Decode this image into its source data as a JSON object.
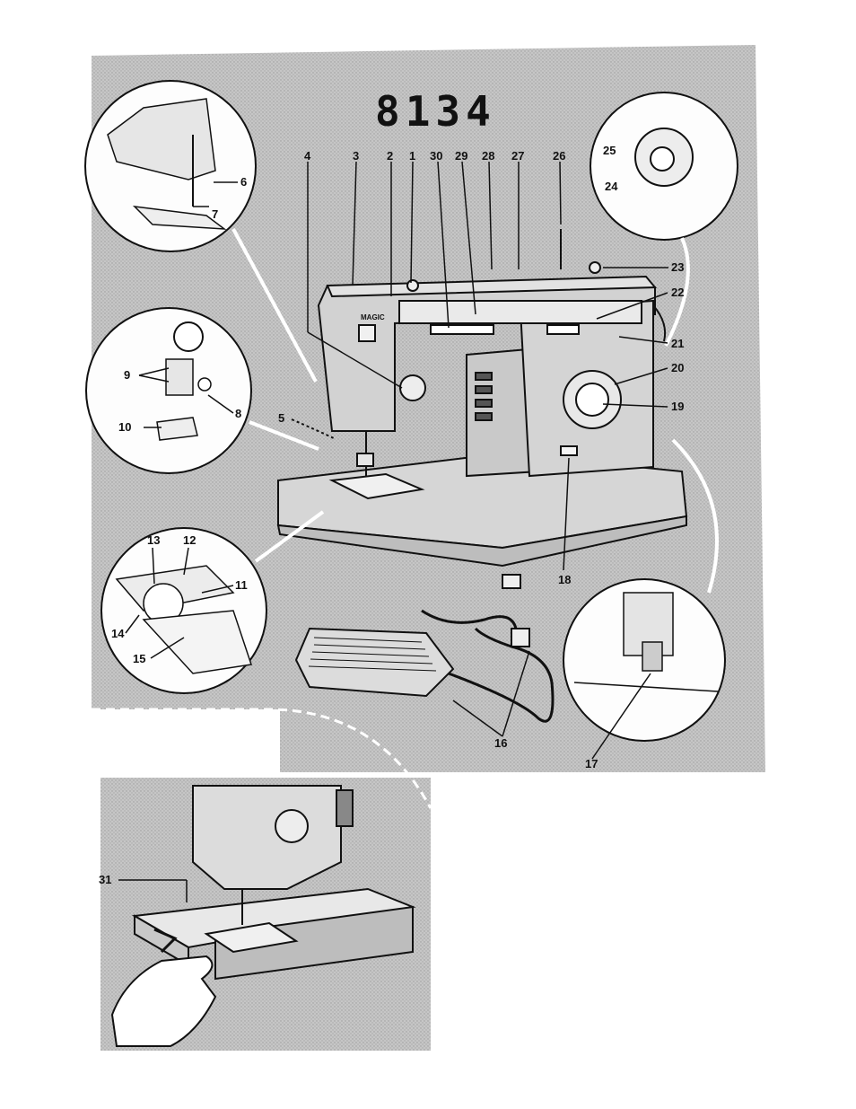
{
  "model_title": "8134",
  "machine_badge": "MAGIC",
  "colors": {
    "panel": "#c4c4c4",
    "ink": "#111111",
    "paper": "#ffffff"
  },
  "callouts": [
    "1",
    "2",
    "3",
    "4",
    "5",
    "6",
    "7",
    "8",
    "9",
    "10",
    "11",
    "12",
    "13",
    "14",
    "15",
    "16",
    "17",
    "18",
    "19",
    "20",
    "21",
    "22",
    "23",
    "24",
    "25",
    "26",
    "27",
    "28",
    "29",
    "30",
    "31"
  ]
}
